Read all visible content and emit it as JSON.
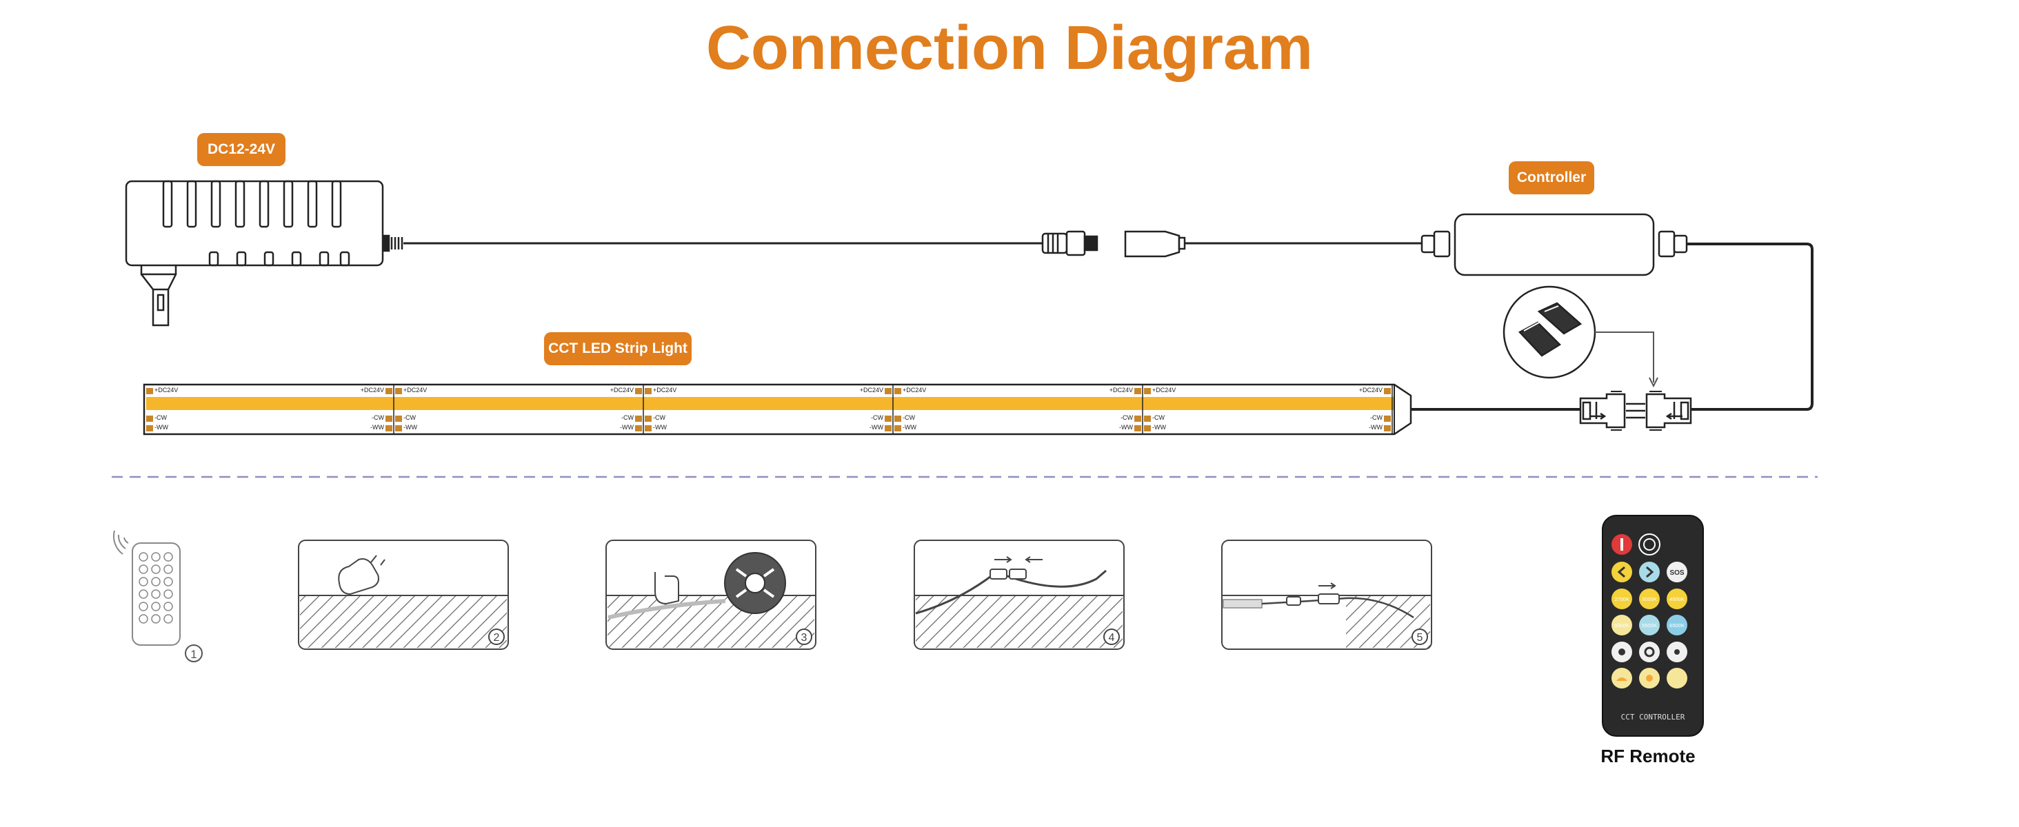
{
  "title": "Connection Diagram",
  "labels": {
    "power": "DC12-24V",
    "controller": "Controller",
    "strip": "CCT LED Strip Light",
    "remote": "RF Remote"
  },
  "strip_pads": {
    "dc": "+DC24V",
    "cw": "-CW",
    "ww": "-WW"
  },
  "remote": {
    "footer": "CCT CONTROLLER",
    "buttons": [
      "SOS",
      "2700K",
      "3000K",
      "4000K",
      "5000K",
      "5500K",
      "6500K"
    ]
  },
  "steps": [
    "1",
    "2",
    "3",
    "4",
    "5"
  ],
  "colors": {
    "accent": "#e17e1d",
    "strip_yellow": "#f5b62c",
    "divider": "#8e8fc0"
  }
}
